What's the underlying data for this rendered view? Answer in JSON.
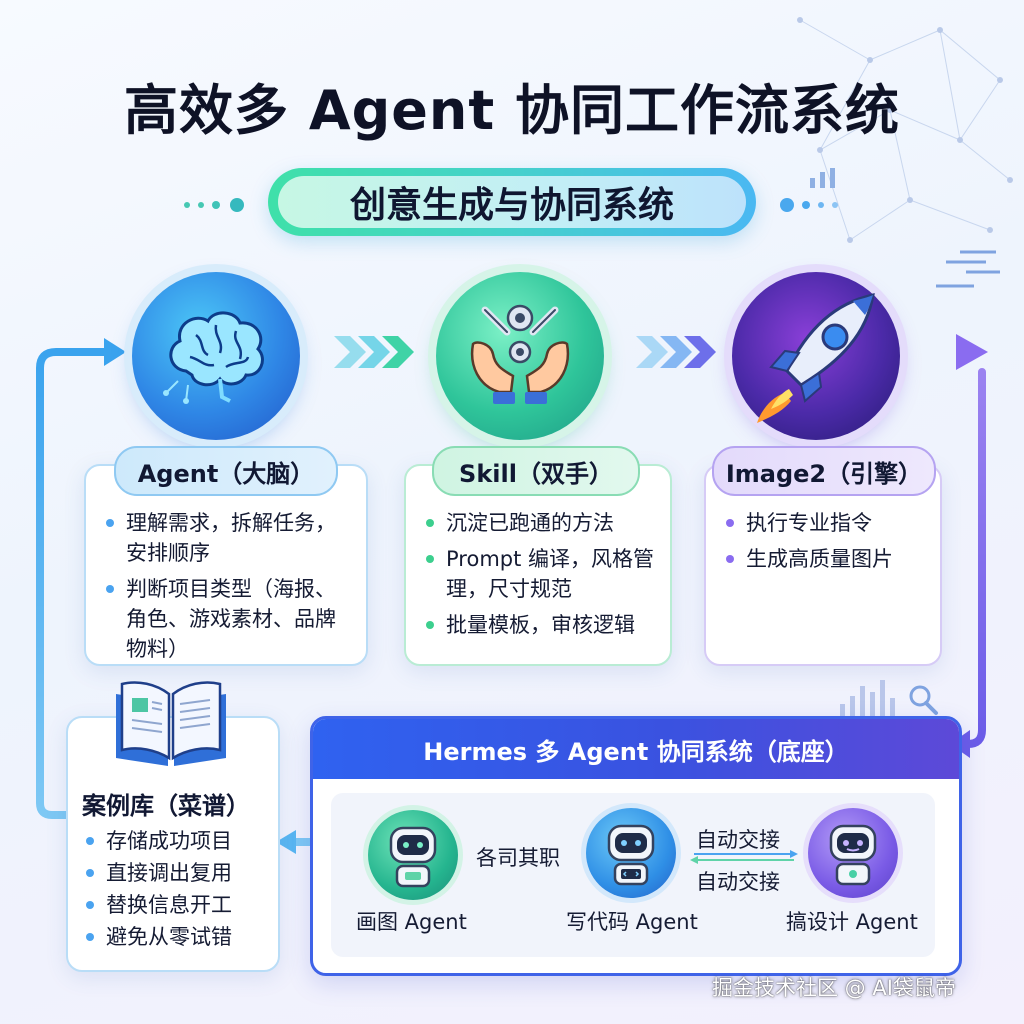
{
  "title": "高效多 Agent 协同工作流系统",
  "subtitle": "创意生成与协同系统",
  "agent_card": {
    "title": "Agent（大脑）",
    "icon": "brain-icon",
    "items": [
      "理解需求，拆解任务，安排顺序",
      "判断项目类型（海报、角色、游戏素材、品牌物料）"
    ]
  },
  "skill_card": {
    "title": "Skill（双手）",
    "icon": "hands-gears-icon",
    "items": [
      "沉淀已跑通的方法",
      "Prompt 编译，风格管理，尺寸规范",
      "批量模板，审核逻辑"
    ]
  },
  "image2_card": {
    "title": "Image2（引擎）",
    "icon": "rocket-icon",
    "items": [
      "执行专业指令",
      "生成高质量图片"
    ]
  },
  "case_library": {
    "title": "案例库（菜谱）",
    "icon": "open-book-icon",
    "items": [
      "存储成功项目",
      "直接调出复用",
      "替换信息开工",
      "避免从零试错"
    ]
  },
  "hermes": {
    "title": "Hermes 多 Agent 协同系统（底座）",
    "agents": [
      "画图 Agent",
      "写代码 Agent",
      "搞设计 Agent"
    ],
    "between_left": "各司其职",
    "between_right_top": "自动交接",
    "between_right_bottom": "自动交接"
  },
  "watermark": "掘金技术社区 @ AI袋鼠帝",
  "colors": {
    "agent": "#4aa3f0",
    "skill": "#3ccf8e",
    "image2": "#8a6cf0",
    "hermes": "#3f63e8"
  }
}
